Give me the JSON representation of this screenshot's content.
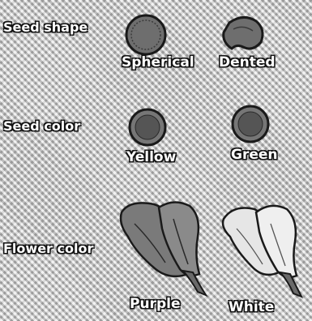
{
  "traits": [
    {
      "label": "Seed shape",
      "variants": [
        {
          "label": "Spherical",
          "icon": "round-seed-icon"
        },
        {
          "label": "Dented",
          "icon": "dented-seed-icon"
        }
      ]
    },
    {
      "label": "Seed color",
      "variants": [
        {
          "label": "Yellow",
          "icon": "yellow-seed-icon"
        },
        {
          "label": "Green",
          "icon": "green-seed-icon"
        }
      ]
    },
    {
      "label": "Flower color",
      "variants": [
        {
          "label": "Purple",
          "icon": "purple-flower-icon"
        },
        {
          "label": "White",
          "icon": "white-flower-icon"
        }
      ]
    }
  ],
  "colors": {
    "label_fill": "#ffffff",
    "label_outline": "#111111",
    "seed_fill": "#6e6e6e",
    "flower_dark_fill": "#7a7a7a",
    "flower_light_fill": "#e6e6e6"
  }
}
